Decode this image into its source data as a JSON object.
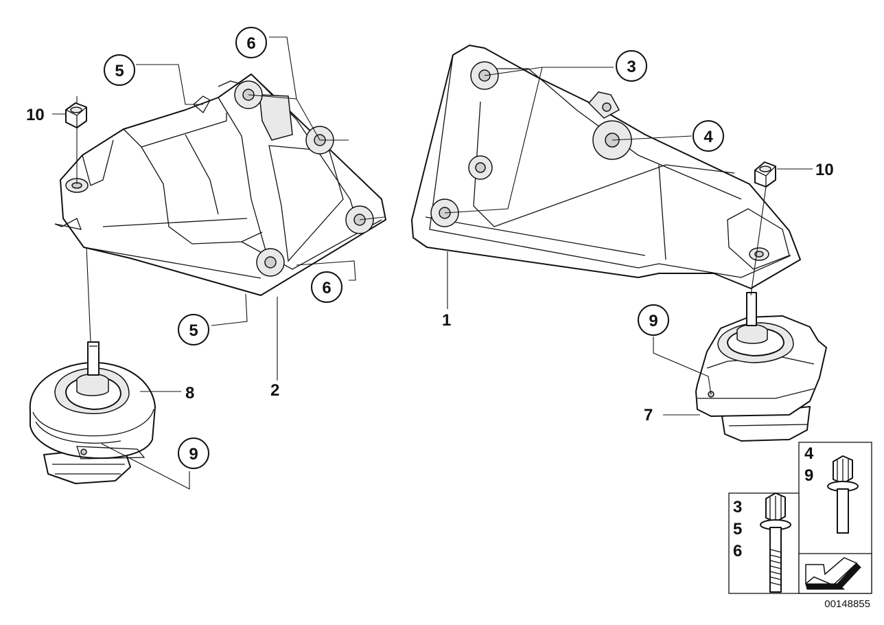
{
  "diagram": {
    "reference_code": "00148855",
    "callouts": [
      {
        "id": "c6-top",
        "number": "6"
      },
      {
        "id": "c5-top",
        "number": "5"
      },
      {
        "id": "c3",
        "number": "3"
      },
      {
        "id": "c4",
        "number": "4"
      },
      {
        "id": "c9-right",
        "number": "9"
      },
      {
        "id": "c6-bottom",
        "number": "6"
      },
      {
        "id": "c5-bottom",
        "number": "5"
      },
      {
        "id": "c9-left",
        "number": "9"
      }
    ],
    "labels": [
      {
        "id": "l10-left",
        "number": "10"
      },
      {
        "id": "l10-right",
        "number": "10"
      },
      {
        "id": "l1",
        "number": "1"
      },
      {
        "id": "l2",
        "number": "2"
      },
      {
        "id": "l7",
        "number": "7"
      },
      {
        "id": "l8",
        "number": "8"
      }
    ],
    "bolt_panels": [
      {
        "id": "panel-short-bolt",
        "numbers": [
          "4",
          "9"
        ]
      },
      {
        "id": "panel-long-bolt",
        "numbers": [
          "3",
          "5",
          "6"
        ]
      }
    ]
  },
  "icons": {
    "arrow": "navigation-arrow-icon"
  }
}
